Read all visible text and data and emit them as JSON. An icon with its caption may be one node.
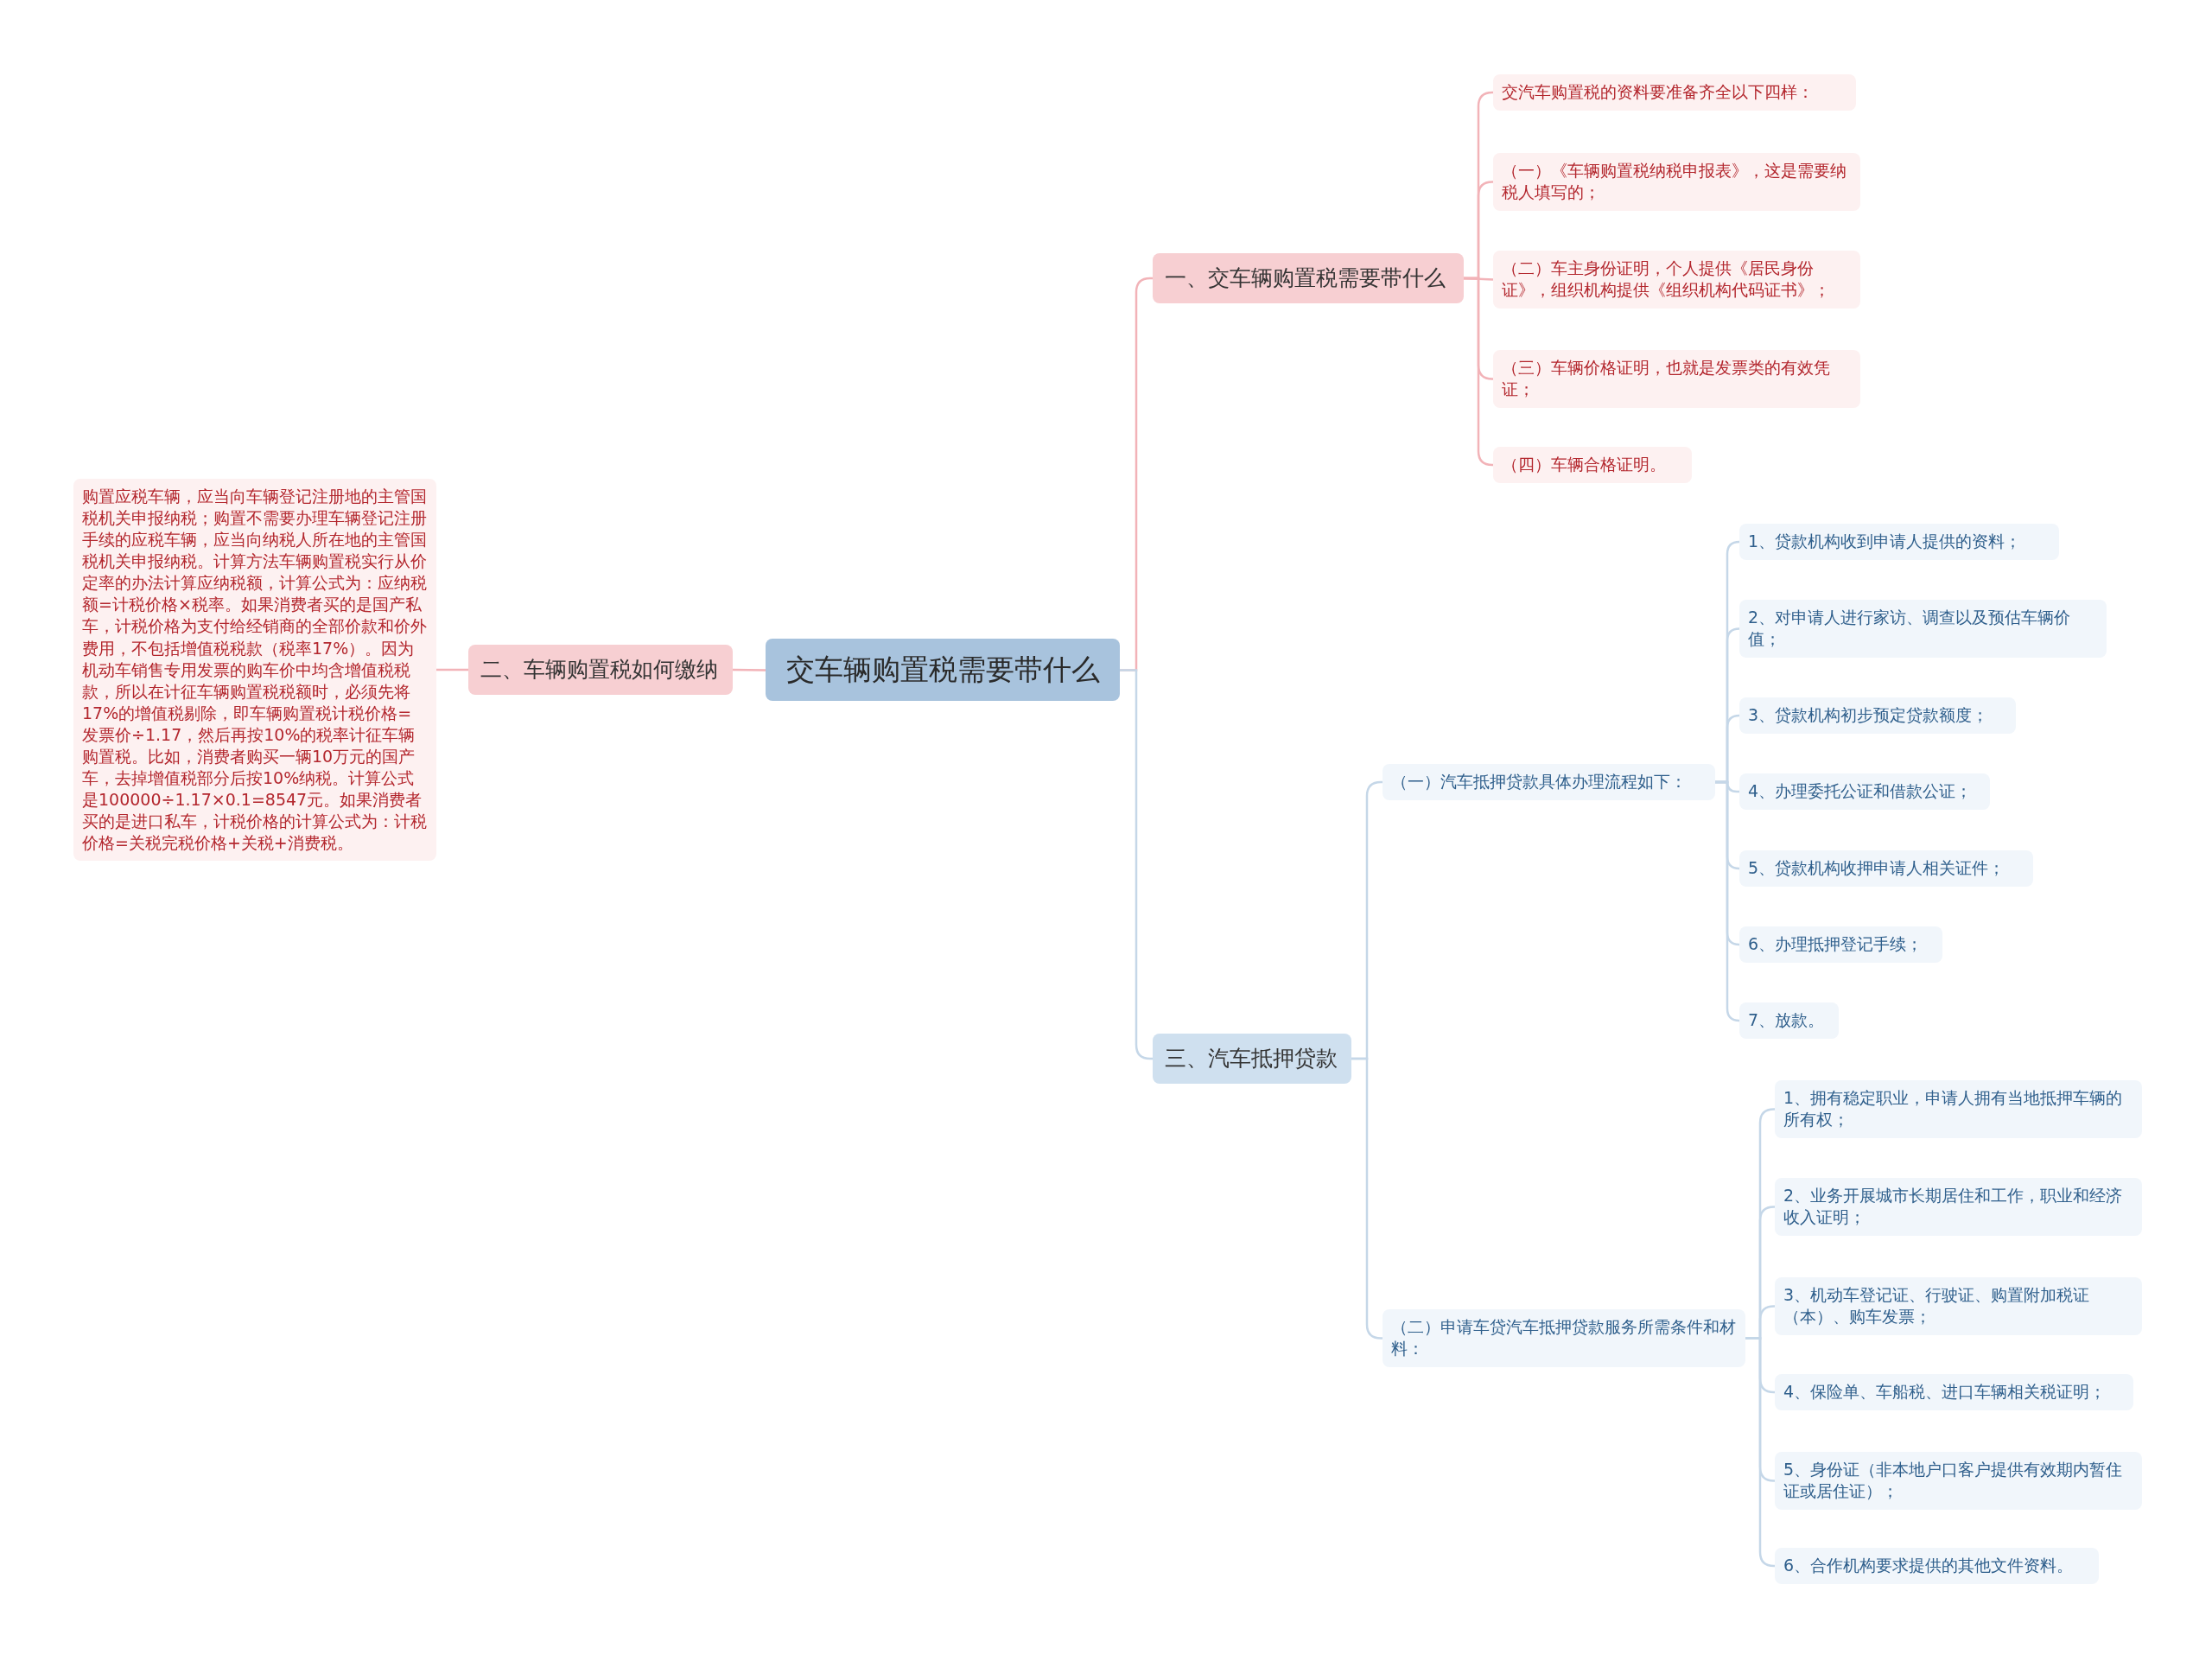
{
  "diagram": {
    "nodes": [
      {
        "text": [
          "交车辆购置税需要带什么"
        ]
      },
      {
        "text": [
          "一、交车辆购置税需要带什么"
        ]
      },
      {
        "text": [
          "交汽车购置税的资料要准备齐全以下四样："
        ]
      },
      {
        "text": [
          "（一）《车辆购置税纳税申报表》，这是需要纳税人填写的；"
        ]
      },
      {
        "text": [
          "（二）车主身份证明，个人提供《居民身份证》，组织机构提供《组织机构代码证书》；"
        ]
      },
      {
        "text": [
          "（三）车辆价格证明，也就是发票类的有效凭证；"
        ]
      },
      {
        "text": [
          "（四）车辆合格证明。"
        ]
      },
      {
        "text": [
          "二、车辆购置税如何缴纳"
        ]
      },
      {
        "text": [
          "购置应税车辆，应当向车辆登记注册地的主管国税机关申报纳税；购置不需要办理车辆登记注册手续的应税车辆，应当向纳税人所在地的主管国税机关申报纳税。计算方法车辆购置税实行从价定率的办法计算应纳税额，计算公式为：应纳税额=计税价格×税率。如果消费者买的是国产私车，计税价格为支付给经销商的全部价款和价外费用，不包括增值税税款（税率17%）。因为机动车销售专用发票的购车价中均含增值税税款，所以在计征车辆购置税税额时，必须先将17%的增值税剔除，即车辆购置税计税价格=发票价÷1.17，然后再按10%的税率计征车辆购置税。比如，消费者购买一辆10万元的国产车，去掉增值税部分后按10%纳税。计算公式是100000÷1.17×0.1=8547元。如果消费者买的是进口私车，计税价格的计算公式为：计税价格=关税完税价格+关税+消费税。"
        ]
      },
      {
        "text": [
          "三、汽车抵押贷款"
        ]
      },
      {
        "text": [
          "（一）汽车抵押贷款具体办理流程如下："
        ]
      },
      {
        "text": [
          "1、贷款机构收到申请人提供的资料；"
        ]
      },
      {
        "text": [
          "2、对申请人进行家访、调查以及预估车辆价值；"
        ]
      },
      {
        "text": [
          "3、贷款机构初步预定贷款额度；"
        ]
      },
      {
        "text": [
          "4、办理委托公证和借款公证；"
        ]
      },
      {
        "text": [
          "5、贷款机构收押申请人相关证件；"
        ]
      },
      {
        "text": [
          "6、办理抵押登记手续；"
        ]
      },
      {
        "text": [
          "7、放款。"
        ]
      },
      {
        "text": [
          "（二）申请车贷汽车抵押贷款服务所需条件和材料："
        ]
      },
      {
        "text": [
          "1、拥有稳定职业，申请人拥有当地抵押车辆的所有权；"
        ]
      },
      {
        "text": [
          "2、业务开展城市长期居住和工作，职业和经济收入证明；"
        ]
      },
      {
        "text": [
          "3、机动车登记证、行驶证、购置附加税证（本）、购车发票；"
        ]
      },
      {
        "text": [
          "4、保险单、车船税、进口车辆相关税证明；"
        ]
      },
      {
        "text": [
          "5、身份证（非本地户口客户提供有效期内暂住证或居住证）；"
        ]
      },
      {
        "text": [
          "6、合作机构要求提供的其他文件资料。"
        ]
      }
    ],
    "edges": [
      {
        "from": 0,
        "to": 1,
        "arrow": "none",
        "color": "#f2b3b8"
      },
      {
        "from": 1,
        "to": 2,
        "arrow": "none",
        "color": "#f2b3b8"
      },
      {
        "from": 1,
        "to": 3,
        "arrow": "none",
        "color": "#f2b3b8"
      },
      {
        "from": 1,
        "to": 4,
        "arrow": "none",
        "color": "#f2b3b8"
      },
      {
        "from": 1,
        "to": 5,
        "arrow": "none",
        "color": "#f2b3b8"
      },
      {
        "from": 1,
        "to": 6,
        "arrow": "none",
        "color": "#f2b3b8"
      },
      {
        "from": 0,
        "to": 7,
        "arrow": "none",
        "color": "#f2b3b8"
      },
      {
        "from": 7,
        "to": 8,
        "arrow": "none",
        "color": "#f2b3b8"
      },
      {
        "from": 0,
        "to": 9,
        "arrow": "none"
      },
      {
        "from": 9,
        "to": 10,
        "arrow": "none"
      },
      {
        "from": 10,
        "to": 11,
        "arrow": "none"
      },
      {
        "from": 10,
        "to": 12,
        "arrow": "none"
      },
      {
        "from": 10,
        "to": 13,
        "arrow": "none"
      },
      {
        "from": 10,
        "to": 14,
        "arrow": "none"
      },
      {
        "from": 10,
        "to": 15,
        "arrow": "none"
      },
      {
        "from": 10,
        "to": 16,
        "arrow": "none"
      },
      {
        "from": 10,
        "to": 17,
        "arrow": "none"
      },
      {
        "from": 9,
        "to": 18,
        "arrow": "none"
      },
      {
        "from": 18,
        "to": 19,
        "arrow": "none"
      },
      {
        "from": 18,
        "to": 20,
        "arrow": "none"
      },
      {
        "from": 18,
        "to": 21,
        "arrow": "none"
      },
      {
        "from": 18,
        "to": 22,
        "arrow": "none"
      },
      {
        "from": 18,
        "to": 23,
        "arrow": "none"
      },
      {
        "from": 18,
        "to": 24,
        "arrow": "none"
      }
    ]
  }
}
